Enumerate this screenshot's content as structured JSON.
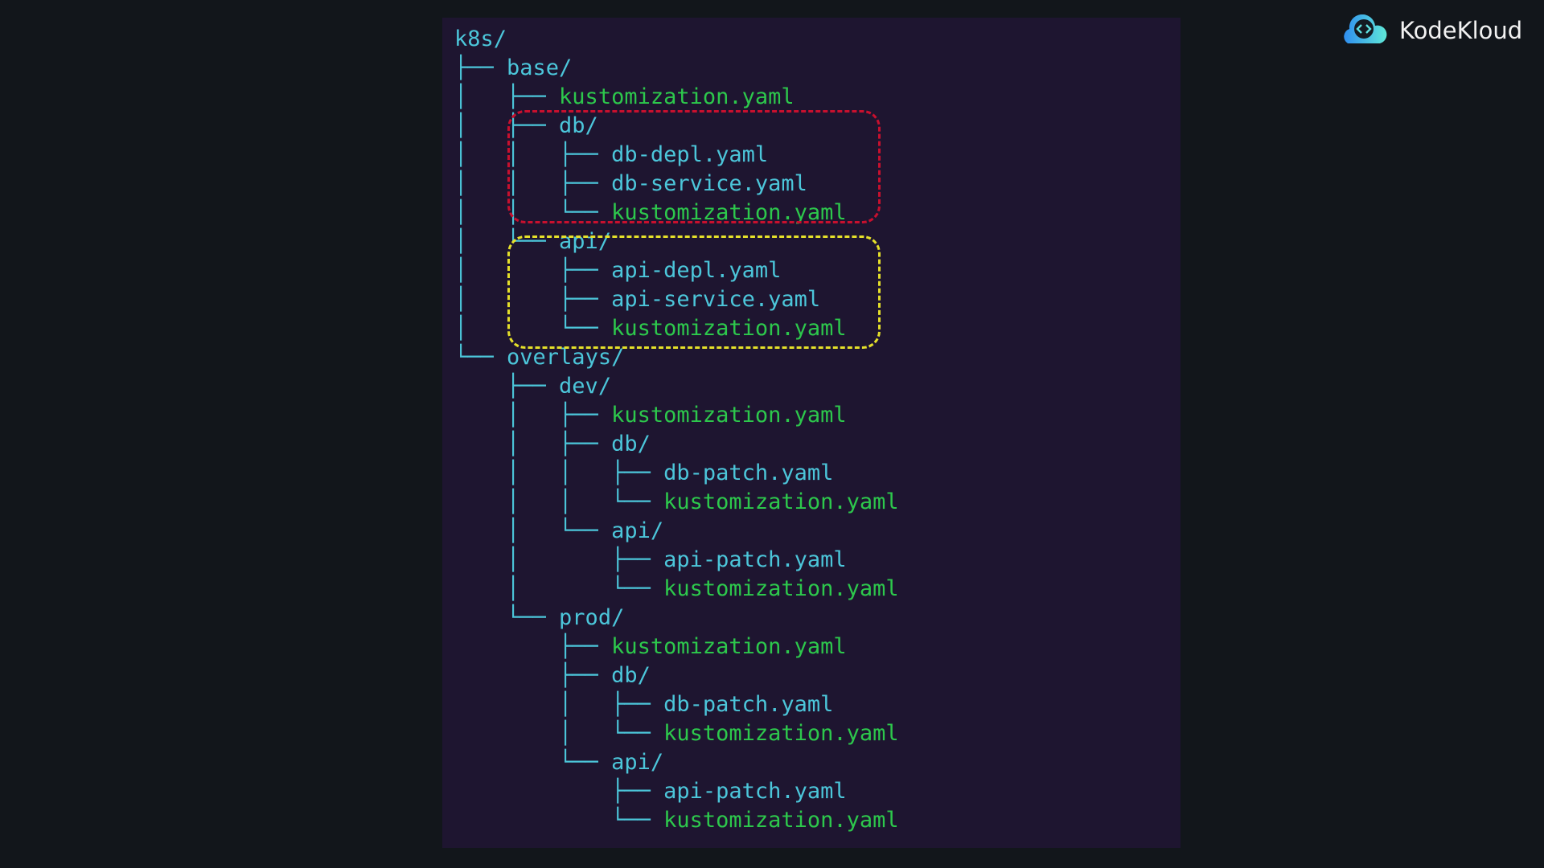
{
  "brand": {
    "name": "KodeKloud"
  },
  "colors": {
    "dir": "#4cc6da",
    "file": "#2dc84c",
    "highlight_db": "#c8102e",
    "highlight_api": "#e5e02a"
  },
  "tree": [
    {
      "prefix": "",
      "name": "k8s/",
      "kind": "dir"
    },
    {
      "prefix": "├── ",
      "name": "base/",
      "kind": "dir"
    },
    {
      "prefix": "│   ├── ",
      "name": "kustomization.yaml",
      "kind": "file"
    },
    {
      "prefix": "│   ├── ",
      "name": "db/",
      "kind": "dir"
    },
    {
      "prefix": "│   │   ├── ",
      "name": "db-depl.yaml",
      "kind": "dir"
    },
    {
      "prefix": "│   │   ├── ",
      "name": "db-service.yaml",
      "kind": "dir"
    },
    {
      "prefix": "│   │   └── ",
      "name": "kustomization.yaml",
      "kind": "file"
    },
    {
      "prefix": "│   └── ",
      "name": "api/",
      "kind": "dir"
    },
    {
      "prefix": "│       ├── ",
      "name": "api-depl.yaml",
      "kind": "dir"
    },
    {
      "prefix": "│       ├── ",
      "name": "api-service.yaml",
      "kind": "dir"
    },
    {
      "prefix": "│       └── ",
      "name": "kustomization.yaml",
      "kind": "file"
    },
    {
      "prefix": "└── ",
      "name": "overlays/",
      "kind": "dir"
    },
    {
      "prefix": "    ├── ",
      "name": "dev/",
      "kind": "dir"
    },
    {
      "prefix": "    │   ├── ",
      "name": "kustomization.yaml",
      "kind": "file"
    },
    {
      "prefix": "    │   ├── ",
      "name": "db/",
      "kind": "dir"
    },
    {
      "prefix": "    │   │   ├── ",
      "name": "db-patch.yaml",
      "kind": "dir"
    },
    {
      "prefix": "    │   │   └── ",
      "name": "kustomization.yaml",
      "kind": "file"
    },
    {
      "prefix": "    │   └── ",
      "name": "api/",
      "kind": "dir"
    },
    {
      "prefix": "    │       ├── ",
      "name": "api-patch.yaml",
      "kind": "dir"
    },
    {
      "prefix": "    │       └── ",
      "name": "kustomization.yaml",
      "kind": "file"
    },
    {
      "prefix": "    └── ",
      "name": "prod/",
      "kind": "dir"
    },
    {
      "prefix": "        ├── ",
      "name": "kustomization.yaml",
      "kind": "file"
    },
    {
      "prefix": "        ├── ",
      "name": "db/",
      "kind": "dir"
    },
    {
      "prefix": "        │   ├── ",
      "name": "db-patch.yaml",
      "kind": "dir"
    },
    {
      "prefix": "        │   └── ",
      "name": "kustomization.yaml",
      "kind": "file"
    },
    {
      "prefix": "        └── ",
      "name": "api/",
      "kind": "dir"
    },
    {
      "prefix": "            ├── ",
      "name": "api-patch.yaml",
      "kind": "dir"
    },
    {
      "prefix": "            └── ",
      "name": "kustomization.yaml",
      "kind": "file"
    }
  ]
}
